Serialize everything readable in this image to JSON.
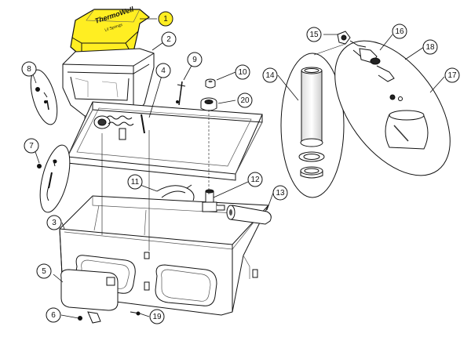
{
  "diagram": {
    "highlight_color": "#ffee22",
    "line_color": "#111111",
    "callouts": [
      {
        "id": "c1",
        "label": "1",
        "highlighted": true
      },
      {
        "id": "c2",
        "label": "2"
      },
      {
        "id": "c3",
        "label": "3"
      },
      {
        "id": "c4",
        "label": "4"
      },
      {
        "id": "c5",
        "label": "5"
      },
      {
        "id": "c6",
        "label": "6"
      },
      {
        "id": "c7",
        "label": "7"
      },
      {
        "id": "c8",
        "label": "8"
      },
      {
        "id": "c9",
        "label": "9"
      },
      {
        "id": "c10",
        "label": "10"
      },
      {
        "id": "c11",
        "label": "11"
      },
      {
        "id": "c12",
        "label": "12"
      },
      {
        "id": "c13",
        "label": "13"
      },
      {
        "id": "c14",
        "label": "14"
      },
      {
        "id": "c15",
        "label": "15"
      },
      {
        "id": "c16",
        "label": "16"
      },
      {
        "id": "c17",
        "label": "17"
      },
      {
        "id": "c18",
        "label": "18"
      },
      {
        "id": "c19",
        "label": "19"
      },
      {
        "id": "c20",
        "label": "20"
      }
    ],
    "lid_logo_text": "ThermoWell",
    "lid_brand_text": "Lil Springs"
  }
}
